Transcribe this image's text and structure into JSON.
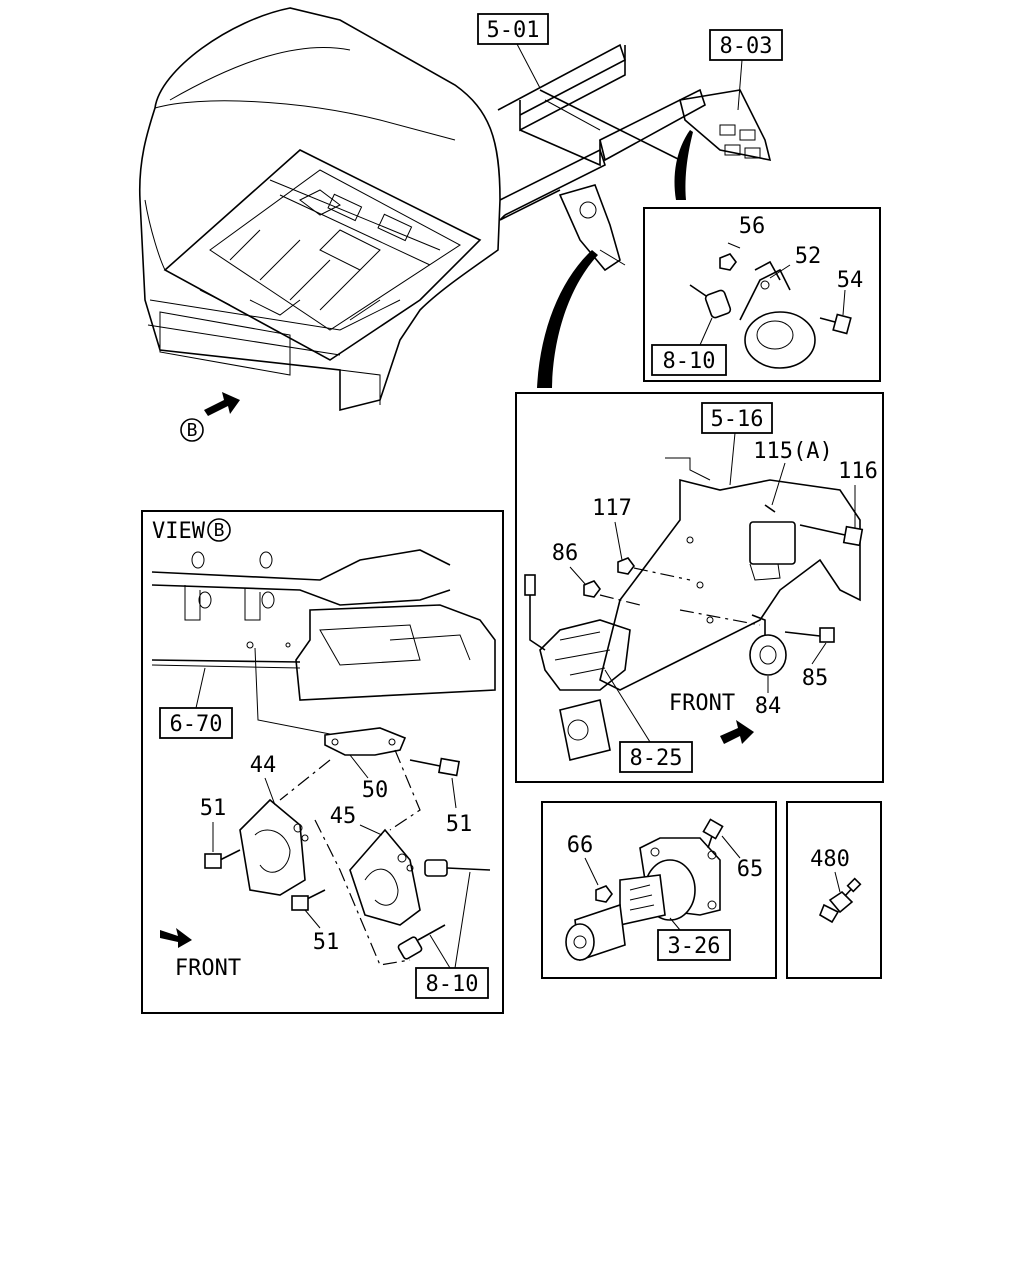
{
  "top_view": {
    "ref_frame": "5-01",
    "ref_bracket": "8-03",
    "view_marker": "B"
  },
  "speed_sensor_panel": {
    "parts": [
      "56",
      "52",
      "54"
    ],
    "ref": "8-10"
  },
  "bracket_panel": {
    "ref_top": "5-16",
    "ref_bottom": "8-25",
    "parts": [
      "115(A)",
      "116",
      "117",
      "86",
      "85",
      "84"
    ],
    "front_label": "FRONT"
  },
  "view_b_panel": {
    "title": "VIEW",
    "title_marker": "B",
    "ref_frame": "6-70",
    "ref_harness": "8-10",
    "parts": [
      "44",
      "50",
      "51",
      "45",
      "51",
      "51"
    ],
    "front_label": "FRONT"
  },
  "starter_panel": {
    "parts": [
      "66",
      "65"
    ],
    "ref": "3-26"
  },
  "switch_panel": {
    "parts": [
      "480"
    ]
  }
}
